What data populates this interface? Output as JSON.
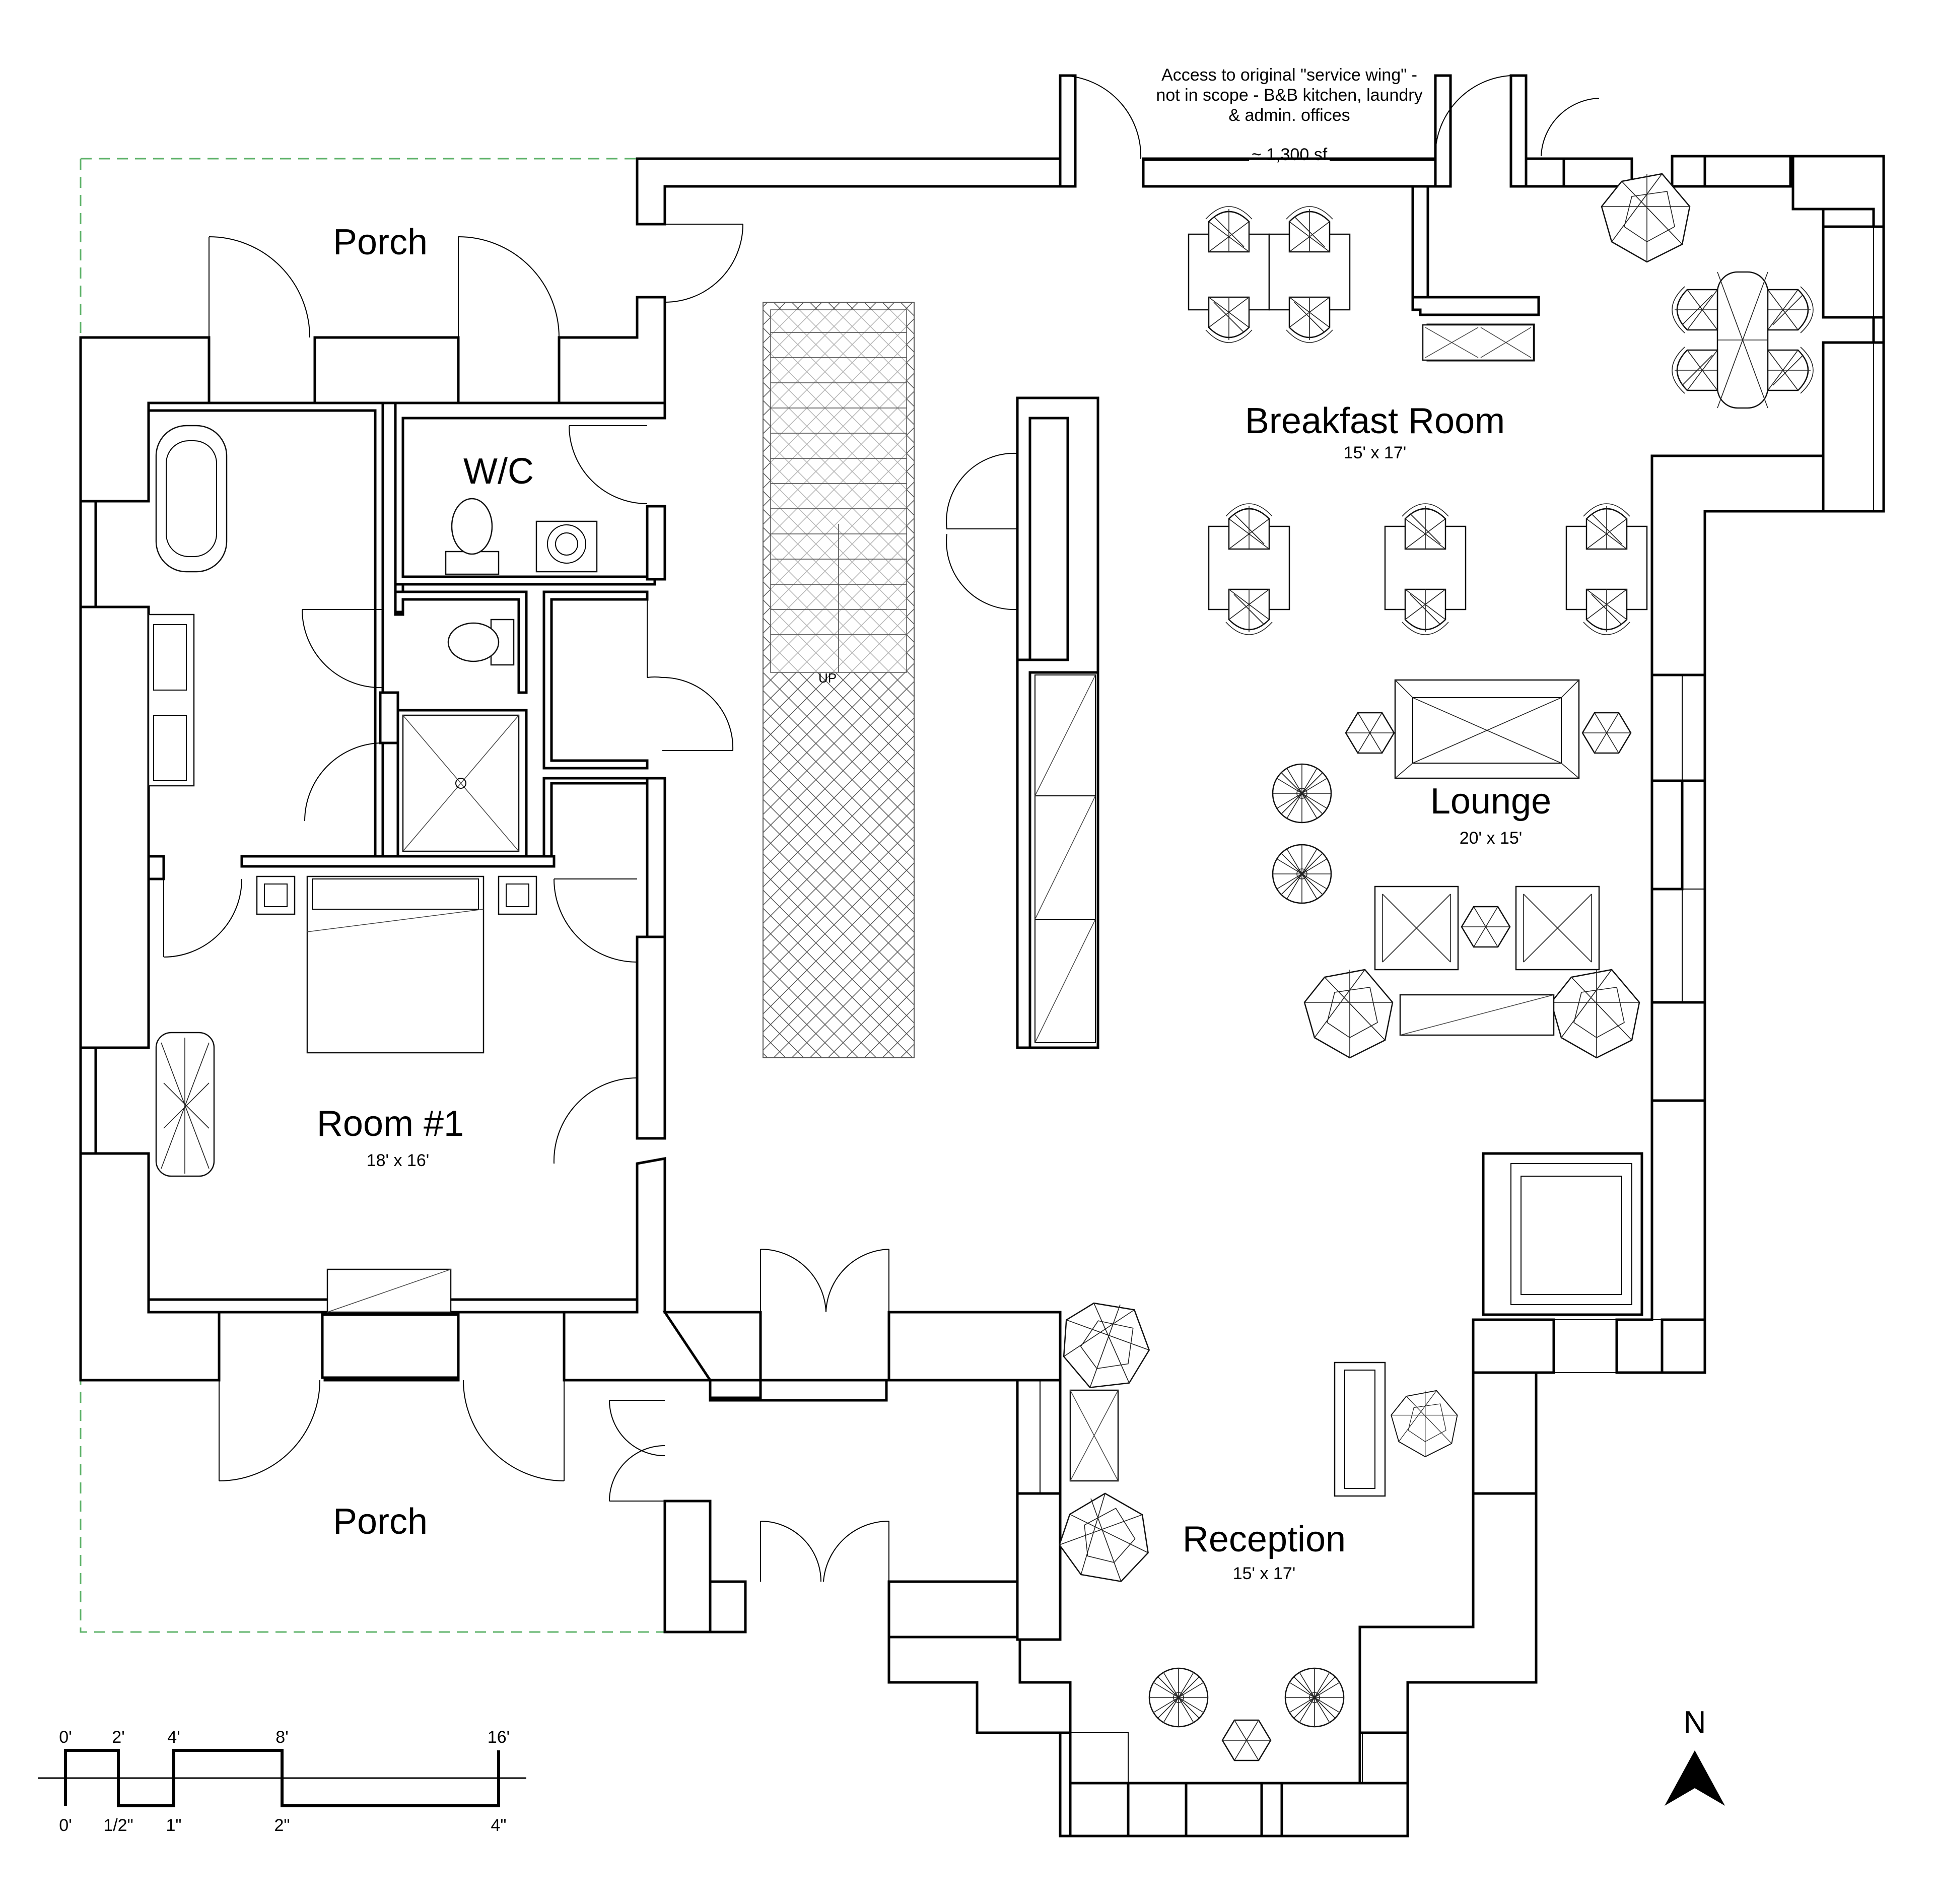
{
  "rooms": {
    "porch_north": "Porch",
    "porch_south": "Porch",
    "wc": "W/C",
    "room1": "Room #1",
    "room1_dim": "18' x 16'",
    "breakfast": "Breakfast Room",
    "breakfast_dim": "15' x 17'",
    "lounge": "Lounge",
    "lounge_dim": "20' x 15'",
    "reception": "Reception",
    "reception_dim": "15' x 17'"
  },
  "notes": {
    "service_wing_line1": "Access to original \"service wing\" -",
    "service_wing_line2": "not in scope - B&B kitchen, laundry",
    "service_wing_line3": "& admin. offices",
    "service_wing_area": "~ 1,300 sf",
    "stair_label": "UP"
  },
  "scale_bar": {
    "feet": [
      "0'",
      "2'",
      "4'",
      "8'",
      "16'"
    ],
    "inches": [
      "0'",
      "1/2\"",
      "1\"",
      "2\"",
      "4\""
    ]
  },
  "north_arrow": {
    "label": "N",
    "icon": "north-arrow-icon"
  },
  "colors": {
    "walls": "#000000",
    "porch_outline": "#5fb36a"
  }
}
